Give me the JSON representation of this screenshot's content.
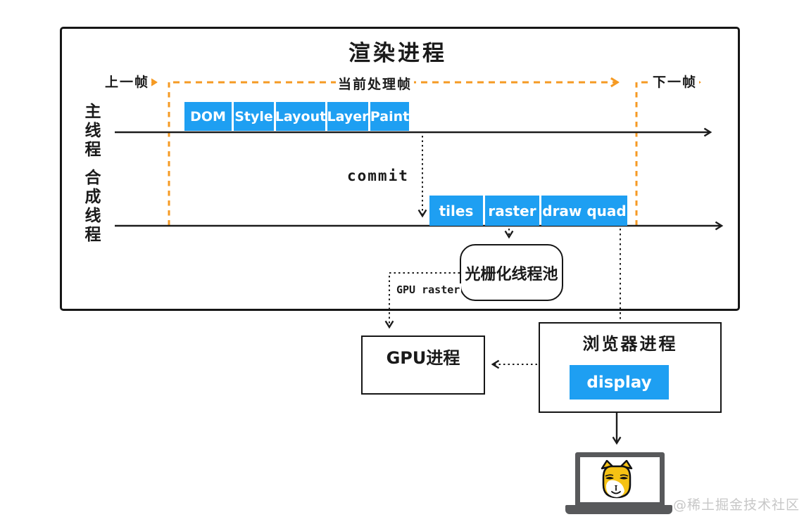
{
  "title": "渲染进程",
  "frame_markers": {
    "prev": "上一帧",
    "current": "当前处理帧",
    "next": "下一帧"
  },
  "main_thread": {
    "label": "主线程",
    "stages": [
      "DOM",
      "Style",
      "Layout",
      "Layer",
      "Paint"
    ]
  },
  "compositor_thread": {
    "label": "合成线程",
    "stages": [
      "tiles",
      "raster",
      "draw quad"
    ]
  },
  "commit_label": "commit",
  "raster_pool_label": "光栅化线程池",
  "gpu_raster_label": "GPU raster",
  "gpu_process_label": "GPU进程",
  "browser_process": {
    "title": "浏览器进程",
    "display_label": "display"
  },
  "watermark": "@稀土掘金技术社区",
  "colors": {
    "stage_blue": "#1e9ff2",
    "frame_orange": "#f59a23",
    "line_black": "#1c1c1c",
    "laptop_gray": "#58595b",
    "doge_yellow": "#f6c214",
    "watermark_gray": "#c7c7c7"
  }
}
